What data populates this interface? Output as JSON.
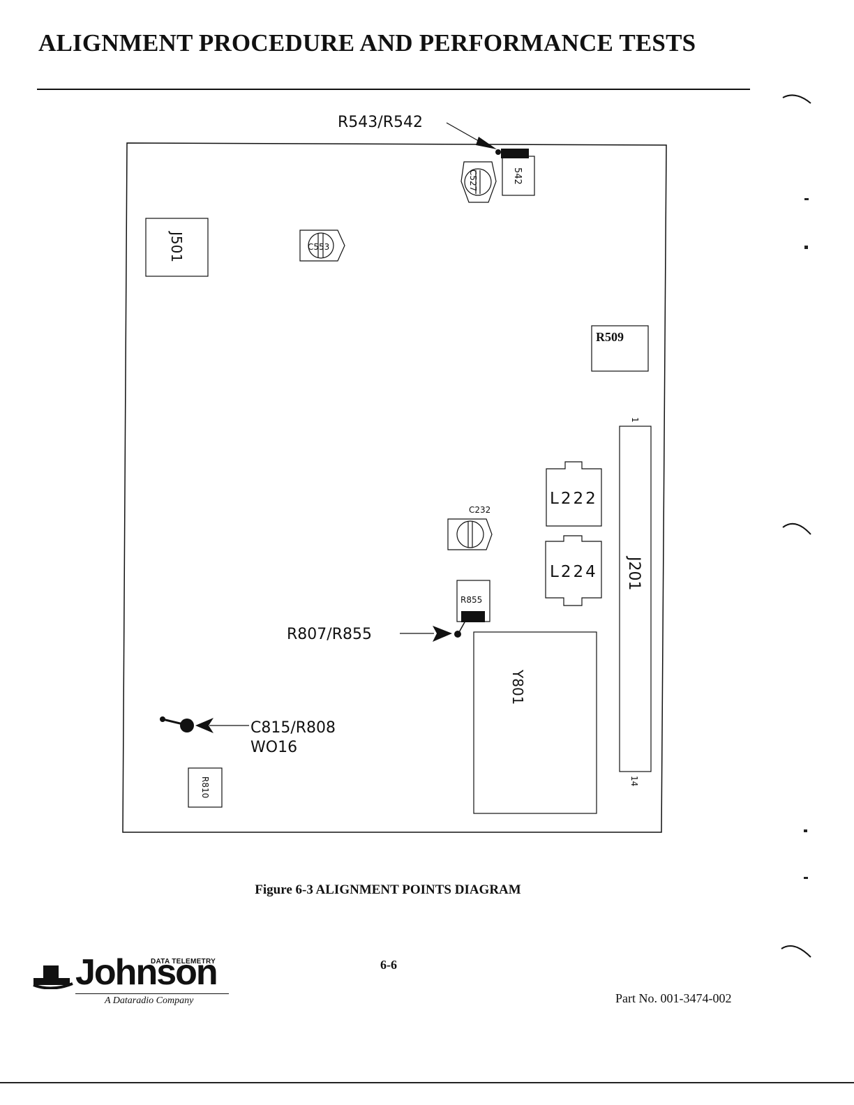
{
  "header": {
    "title": "ALIGNMENT PROCEDURE AND PERFORMANCE TESTS"
  },
  "diagram": {
    "callouts": {
      "top": "R543/R542",
      "middle": "R807/R855",
      "bottom_line1": "C815/R808",
      "bottom_line2": "WO16"
    },
    "components": {
      "r542": "542",
      "c527": "C527",
      "j501": "J501",
      "c553": "C553",
      "r509": "R509",
      "l222": "L222",
      "c232": "C232",
      "l224": "L224",
      "j201": "J201",
      "r855": "R855",
      "y801": "Y801",
      "r810": "R810",
      "pin_top": "1",
      "pin_bottom": "14"
    }
  },
  "caption": "Figure 6-3   ALIGNMENT POINTS DIAGRAM",
  "footer": {
    "page_number": "6-6",
    "part_number": "Part No. 001-3474-002",
    "logo": {
      "name": "Johnson",
      "superscript": "DATA TELEMETRY",
      "tagline": "A Dataradio Company"
    }
  }
}
